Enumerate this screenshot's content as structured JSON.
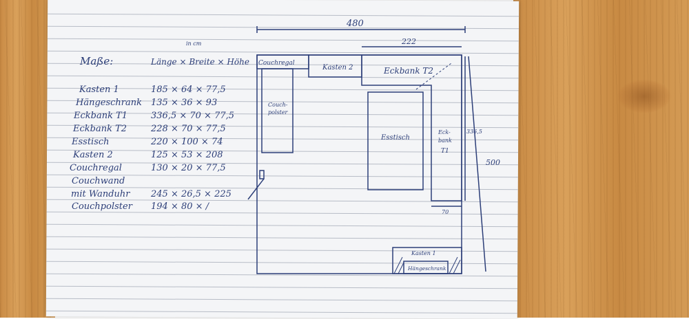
{
  "unit_note": "in cm",
  "table": {
    "heading": "Maße:",
    "columns": "Länge × Breite × Höhe",
    "rows": [
      {
        "name": "Kasten 1",
        "dims": "185 × 64 × 77,5"
      },
      {
        "name": "Hängeschrank",
        "dims": "135 × 36 × 93"
      },
      {
        "name": "Eckbank T1",
        "dims": "336,5 × 70 × 77,5"
      },
      {
        "name": "Eckbank T2",
        "dims": "228 × 70 × 77,5"
      },
      {
        "name": "Esstisch",
        "dims": "220 × 100 × 74"
      },
      {
        "name": "Kasten 2",
        "dims": "125 × 53 × 208"
      },
      {
        "name": "Couchregal",
        "dims": "130 × 20 × 77,5"
      },
      {
        "name": "Couchwand",
        "dims": ""
      },
      {
        "name": "mit Wanduhr",
        "dims": "245 × 26,5 × 225"
      },
      {
        "name": "Couchpolster",
        "dims": "194 × 80 × /"
      }
    ]
  },
  "plan": {
    "dim_width": "480",
    "dim_bank_top": "222",
    "dim_height": "500",
    "dim_bank_side": "336,5",
    "dim_bank_depth": "70",
    "labels": {
      "couchregal": "Couchregal",
      "kasten2": "Kasten 2",
      "eckbank_t2": "Eckbank T2",
      "couchpolster_1": "Couch-",
      "couchpolster_2": "polster",
      "esstisch": "Esstisch",
      "eckbank_t1_1": "Eck-",
      "eckbank_t1_2": "bank",
      "eckbank_t1_3": "T1",
      "kasten1": "Kasten 1",
      "haengeschrank": "Hängeschrank"
    }
  },
  "colors": {
    "ink": "#2c3e78",
    "ruled_line": "#b7bcc6",
    "paper": "#f4f5f7",
    "wood": "#d09550"
  }
}
